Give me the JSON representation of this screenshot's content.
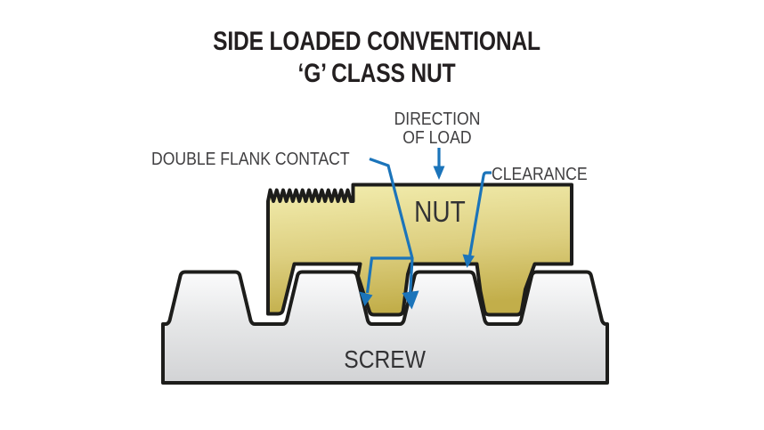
{
  "title": {
    "line1": "SIDE LOADED CONVENTIONAL",
    "line2": "‘G’ CLASS NUT"
  },
  "labels": {
    "direction_of_load_line1": "DIRECTION",
    "direction_of_load_line2": "OF LOAD",
    "double_flank_contact": "DOUBLE FLANK CONTACT",
    "clearance": "CLEARANCE",
    "nut": "NUT",
    "screw": "SCREW"
  },
  "colors": {
    "background": "#ffffff",
    "outline_ink": "#1d1d1b",
    "arrow_blue": "#1b74ba",
    "title_text": "#231f20",
    "label_text": "#414042",
    "part_label_text": "#323234",
    "nut_gradient_top": "#f3eeb0",
    "nut_gradient_mid": "#ddcf80",
    "nut_gradient_bottom": "#c2ae4a",
    "screw_gradient_top": "#fbfbfc",
    "screw_gradient_mid": "#e6e7e8",
    "screw_gradient_bottom": "#d2d3d5",
    "clearance_gap": "#ffffff"
  }
}
